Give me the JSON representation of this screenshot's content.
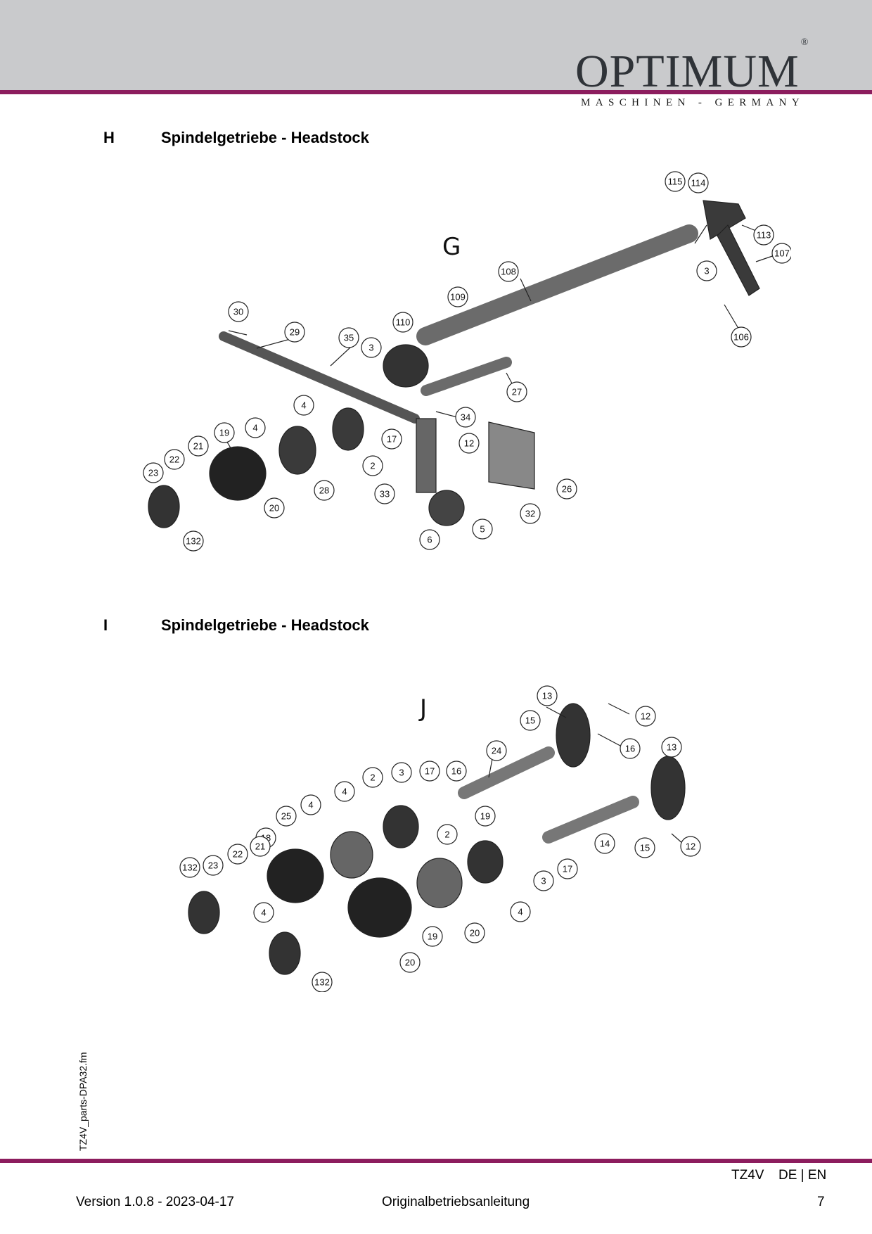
{
  "header": {
    "brand": "OPTIMUM",
    "registered_mark": "®",
    "tagline": "MASCHINEN - GERMANY",
    "brand_color": "#2f3338",
    "accent_color": "#8c1d5e",
    "band_color": "#c9cacc"
  },
  "sections": [
    {
      "letter": "H",
      "title": "Spindelgetriebe - Headstock",
      "sub_letter": "G",
      "labels": [
        "115",
        "114",
        "113",
        "107",
        "3",
        "108",
        "109",
        "106",
        "110",
        "30",
        "29",
        "35",
        "3",
        "27",
        "34",
        "4",
        "4",
        "19",
        "17",
        "12",
        "21",
        "22",
        "23",
        "2",
        "26",
        "28",
        "33",
        "20",
        "32",
        "5",
        "6",
        "132"
      ]
    },
    {
      "letter": "I",
      "title": "Spindelgetriebe - Headstock",
      "sub_letter": "J",
      "labels": [
        "13",
        "12",
        "15",
        "16",
        "24",
        "13",
        "16",
        "17",
        "3",
        "2",
        "4",
        "25",
        "4",
        "19",
        "2",
        "18",
        "21",
        "22",
        "23",
        "132",
        "14",
        "15",
        "12",
        "17",
        "3",
        "4",
        "20",
        "4",
        "19",
        "20",
        "132"
      ]
    }
  ],
  "side_reference": "TZ4V_parts-DPA32.fm",
  "footer": {
    "model": "TZ4V",
    "languages": "DE | EN",
    "version": "Version 1.0.8 - 2023-04-17",
    "document_type": "Originalbetriebsanleitung",
    "page_number": "7"
  }
}
